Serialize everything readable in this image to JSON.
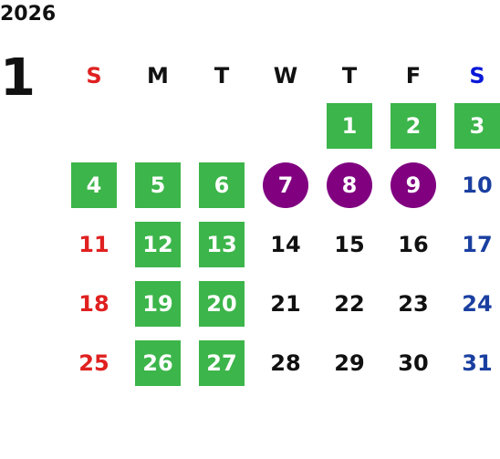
{
  "calendar": {
    "year": "2026",
    "month": "1",
    "weekdays": [
      "S",
      "M",
      "T",
      "W",
      "T",
      "F",
      "S"
    ],
    "colors": {
      "green_highlight": "#3cb54a",
      "purple_highlight": "#800080",
      "sunday": "#e02020",
      "saturday": "#1a3fa0"
    },
    "weeks": [
      [
        {
          "day": ""
        },
        {
          "day": ""
        },
        {
          "day": ""
        },
        {
          "day": ""
        },
        {
          "day": "1",
          "mark": "green"
        },
        {
          "day": "2",
          "mark": "green"
        },
        {
          "day": "3",
          "mark": "green"
        }
      ],
      [
        {
          "day": "4",
          "mark": "green"
        },
        {
          "day": "5",
          "mark": "green"
        },
        {
          "day": "6",
          "mark": "green"
        },
        {
          "day": "7",
          "mark": "purple"
        },
        {
          "day": "8",
          "mark": "purple"
        },
        {
          "day": "9",
          "mark": "purple"
        },
        {
          "day": "10"
        }
      ],
      [
        {
          "day": "11"
        },
        {
          "day": "12",
          "mark": "green"
        },
        {
          "day": "13",
          "mark": "green"
        },
        {
          "day": "14"
        },
        {
          "day": "15"
        },
        {
          "day": "16"
        },
        {
          "day": "17"
        }
      ],
      [
        {
          "day": "18"
        },
        {
          "day": "19",
          "mark": "green"
        },
        {
          "day": "20",
          "mark": "green"
        },
        {
          "day": "21"
        },
        {
          "day": "22"
        },
        {
          "day": "23"
        },
        {
          "day": "24"
        }
      ],
      [
        {
          "day": "25"
        },
        {
          "day": "26",
          "mark": "green"
        },
        {
          "day": "27",
          "mark": "green"
        },
        {
          "day": "28"
        },
        {
          "day": "29"
        },
        {
          "day": "30"
        },
        {
          "day": "31"
        }
      ]
    ]
  }
}
